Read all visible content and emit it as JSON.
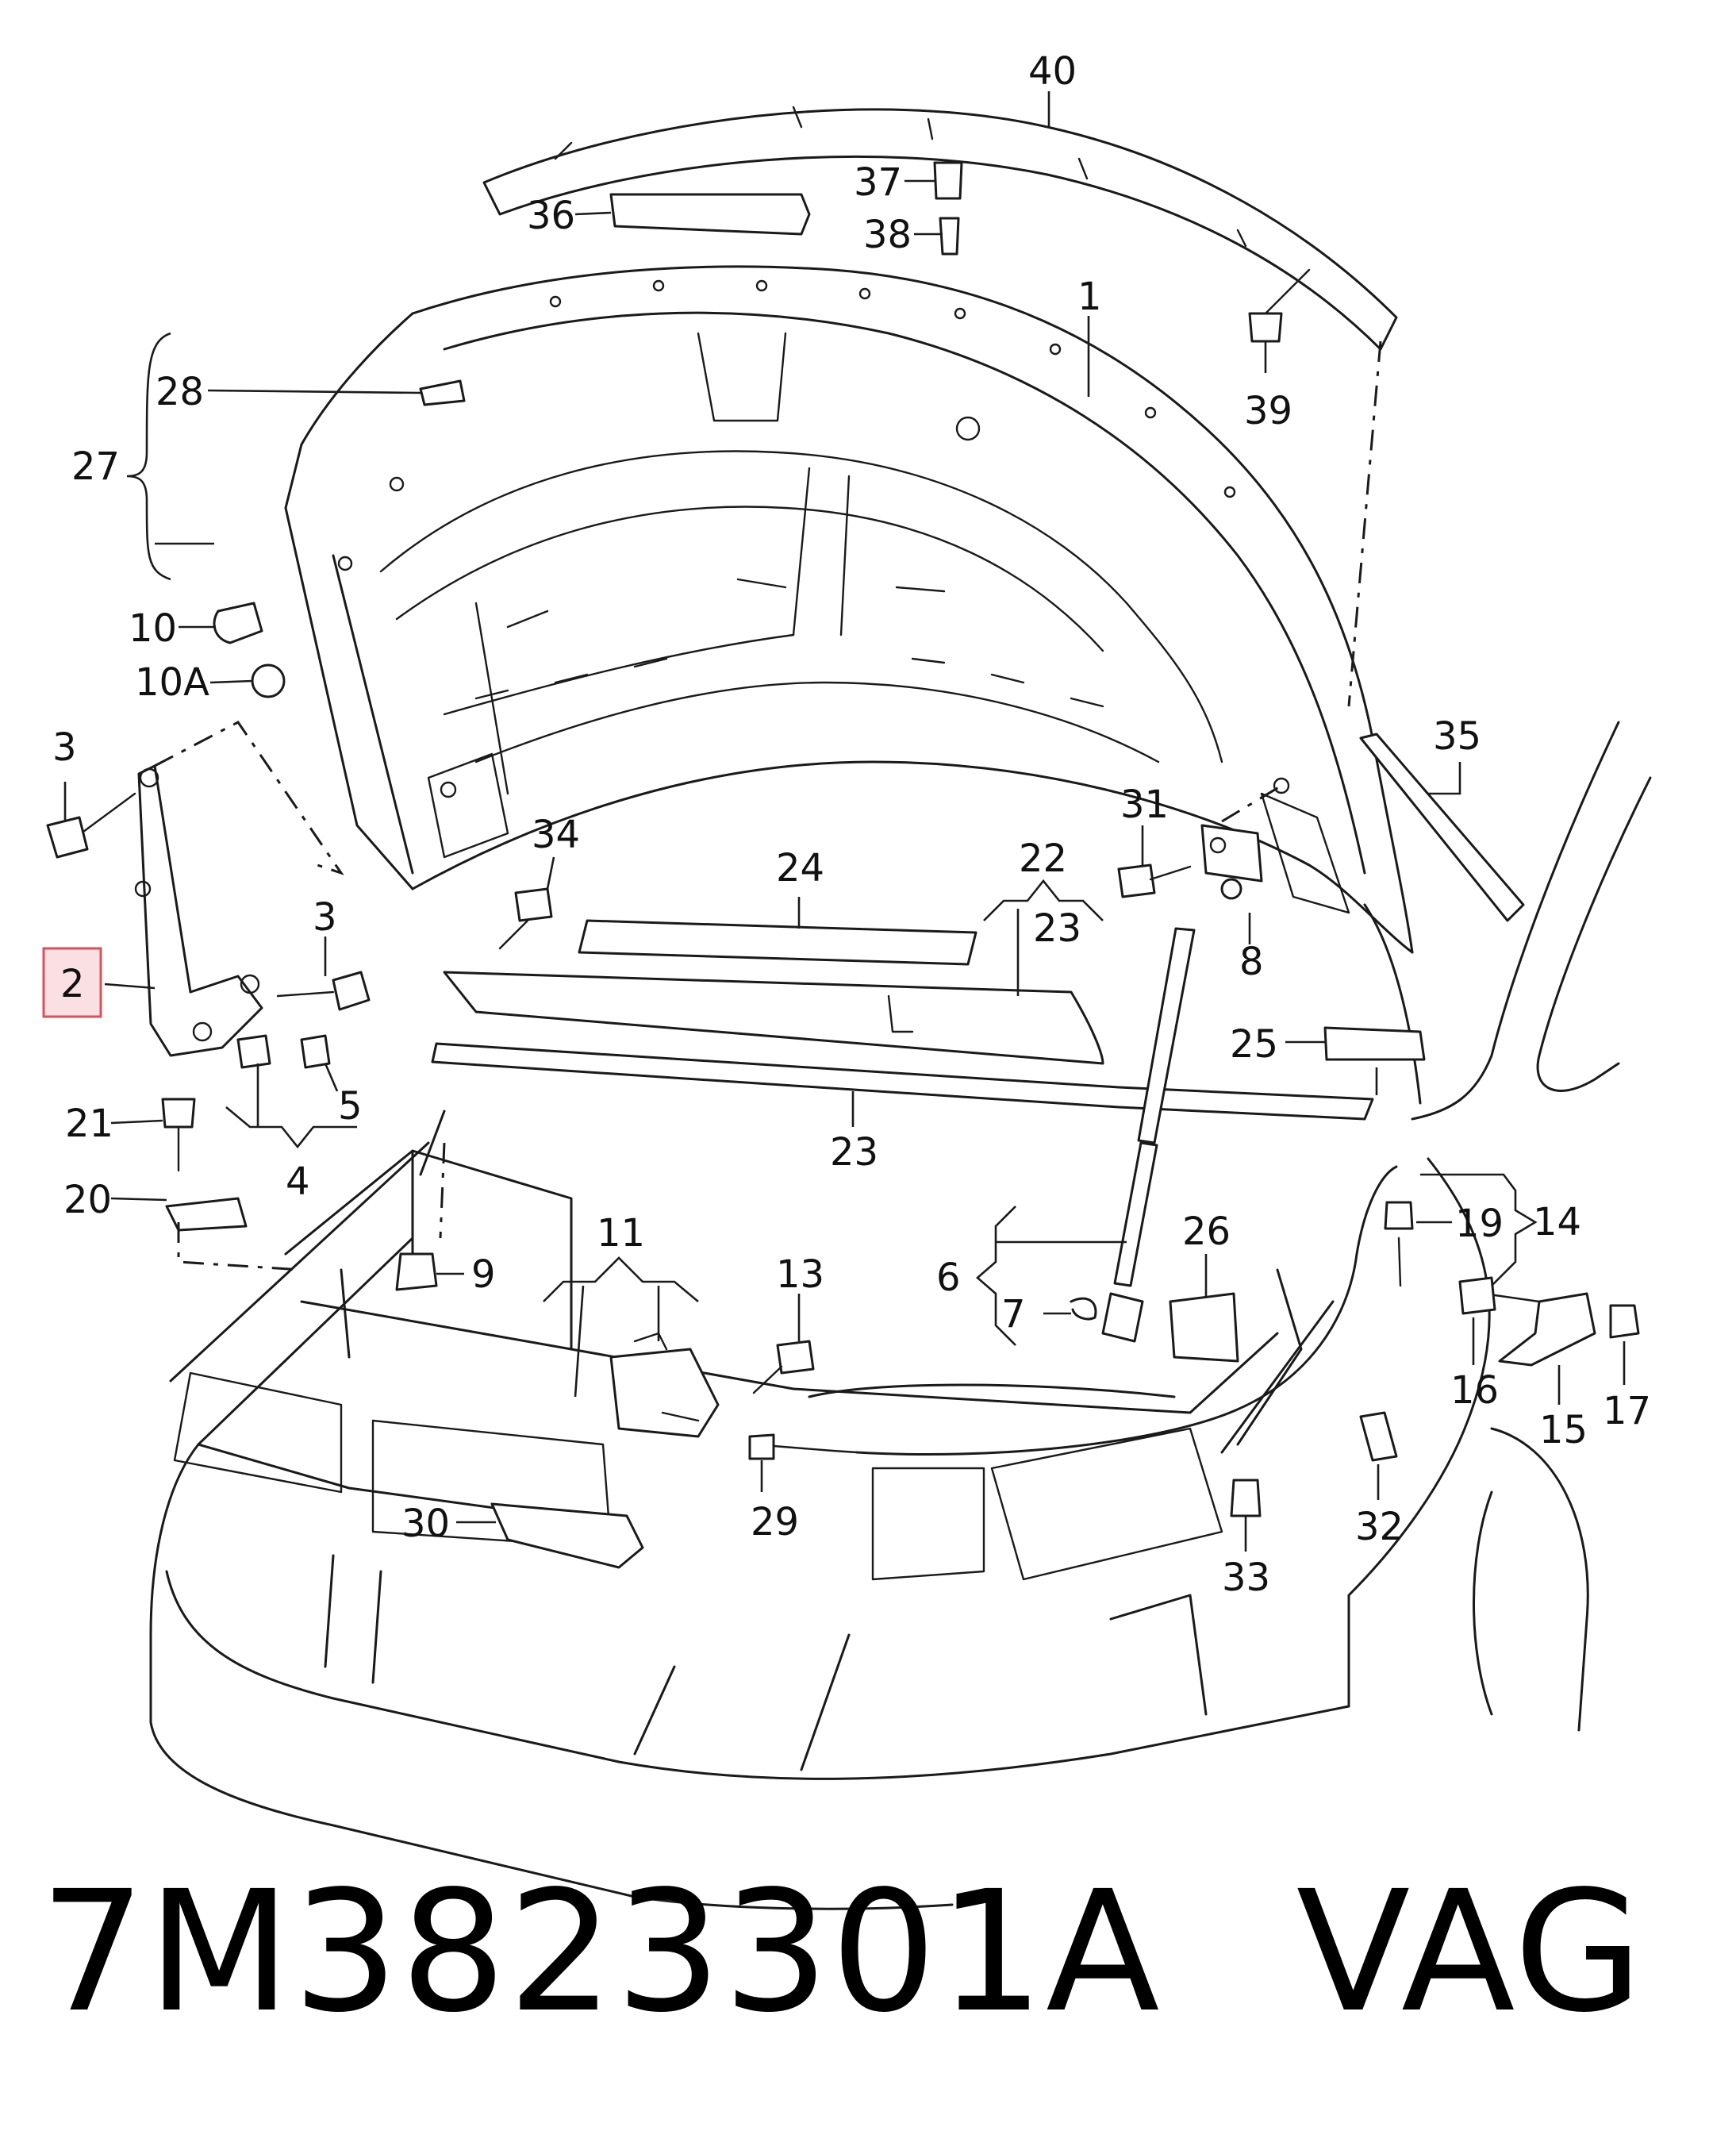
{
  "footer": {
    "part_number": "7M3823301A",
    "brand": "VAG"
  },
  "highlight_color": "#d9505d",
  "callouts": [
    {
      "id": "c1",
      "text": "1"
    },
    {
      "id": "c2",
      "text": "2",
      "highlighted": true
    },
    {
      "id": "c3a",
      "text": "3"
    },
    {
      "id": "c3b",
      "text": "3"
    },
    {
      "id": "c4",
      "text": "4"
    },
    {
      "id": "c5",
      "text": "5"
    },
    {
      "id": "c6",
      "text": "6"
    },
    {
      "id": "c7",
      "text": "7"
    },
    {
      "id": "c8",
      "text": "8"
    },
    {
      "id": "c9",
      "text": "9"
    },
    {
      "id": "c10",
      "text": "10"
    },
    {
      "id": "c10a",
      "text": "10A"
    },
    {
      "id": "c11",
      "text": "11"
    },
    {
      "id": "c13",
      "text": "13"
    },
    {
      "id": "c14",
      "text": "14"
    },
    {
      "id": "c15",
      "text": "15"
    },
    {
      "id": "c16",
      "text": "16"
    },
    {
      "id": "c17",
      "text": "17"
    },
    {
      "id": "c19",
      "text": "19"
    },
    {
      "id": "c20",
      "text": "20"
    },
    {
      "id": "c21",
      "text": "21"
    },
    {
      "id": "c22",
      "text": "22"
    },
    {
      "id": "c23a",
      "text": "23"
    },
    {
      "id": "c23b",
      "text": "23"
    },
    {
      "id": "c24",
      "text": "24"
    },
    {
      "id": "c25",
      "text": "25"
    },
    {
      "id": "c26",
      "text": "26"
    },
    {
      "id": "c27",
      "text": "27"
    },
    {
      "id": "c28",
      "text": "28"
    },
    {
      "id": "c29",
      "text": "29"
    },
    {
      "id": "c30",
      "text": "30"
    },
    {
      "id": "c31",
      "text": "31"
    },
    {
      "id": "c32",
      "text": "32"
    },
    {
      "id": "c33",
      "text": "33"
    },
    {
      "id": "c34",
      "text": "34"
    },
    {
      "id": "c35",
      "text": "35"
    },
    {
      "id": "c36",
      "text": "36"
    },
    {
      "id": "c37",
      "text": "37"
    },
    {
      "id": "c38",
      "text": "38"
    },
    {
      "id": "c39",
      "text": "39"
    },
    {
      "id": "c40",
      "text": "40"
    }
  ]
}
